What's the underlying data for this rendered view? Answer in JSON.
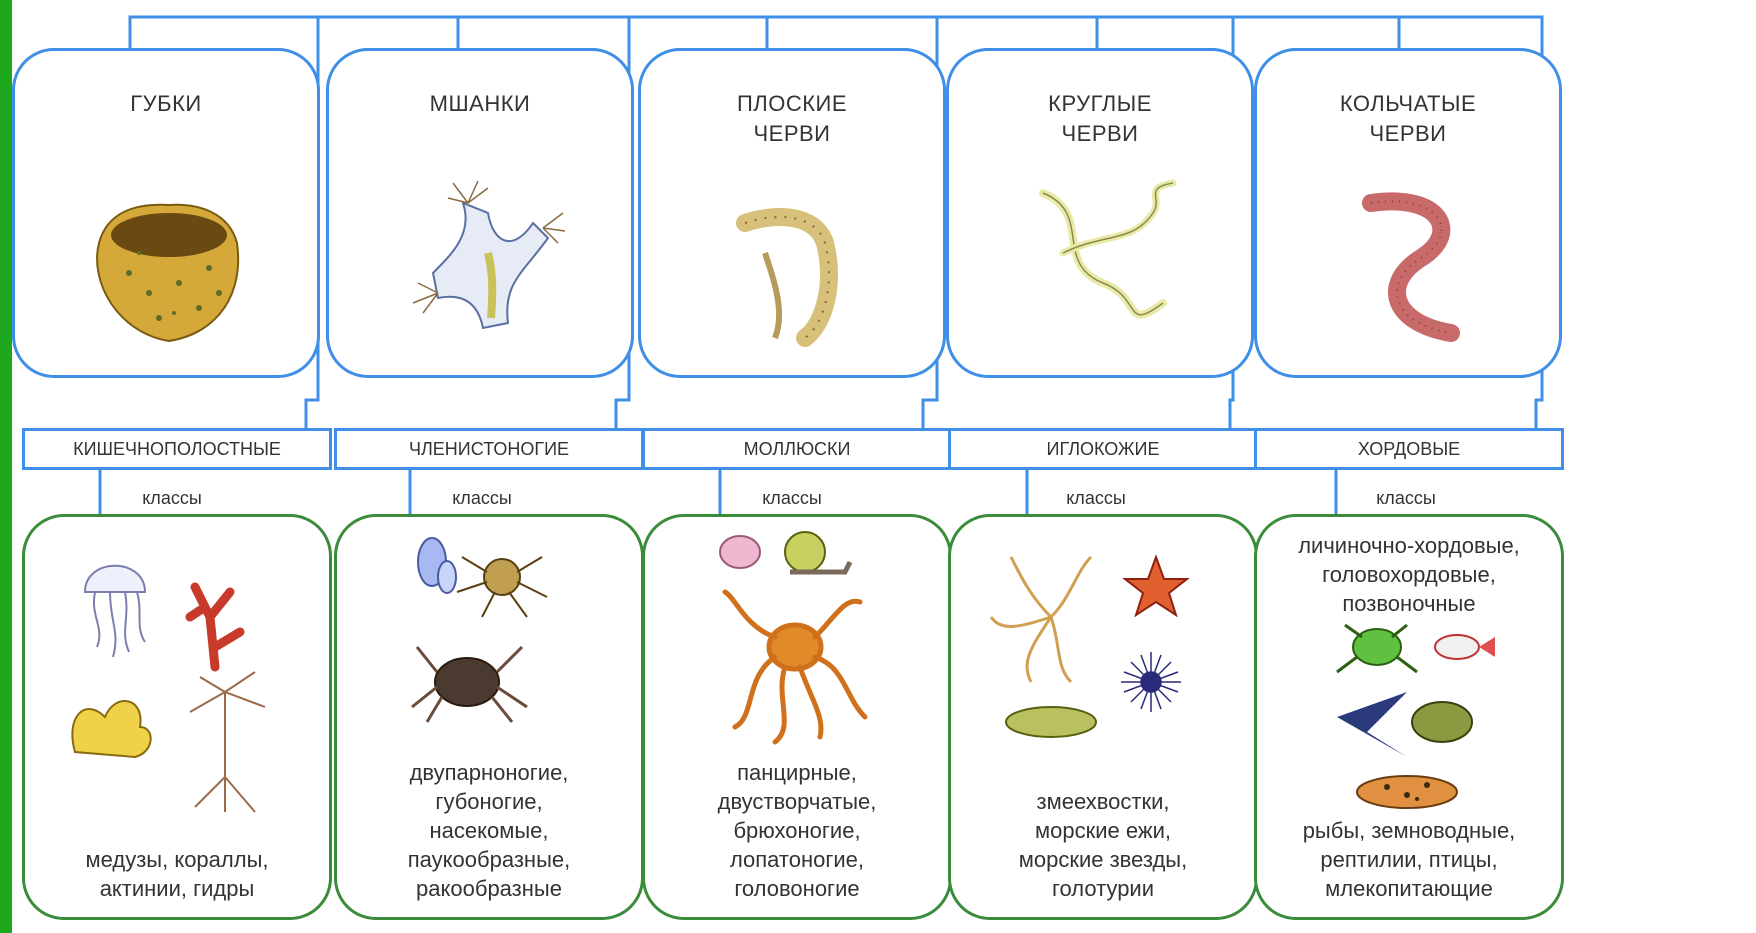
{
  "phyla": [
    {
      "name": "ГУБКИ",
      "icon": "sponge-icon"
    },
    {
      "name": "МШАНКИ",
      "icon": "bryozoan-icon"
    },
    {
      "name": "ПЛОСКИЕ\nЧЕРВИ",
      "icon": "flatworm-icon"
    },
    {
      "name": "КРУГЛЫЕ\nЧЕРВИ",
      "icon": "roundworm-icon"
    },
    {
      "name": "КОЛЬЧАТЫЕ\nЧЕРВИ",
      "icon": "earthworm-icon"
    }
  ],
  "groups": [
    {
      "name": "КИШЕЧНОПОЛОСТНЫЕ",
      "classes_label": "классы",
      "classes": "медузы, кораллы,\nактинии, гидры"
    },
    {
      "name": "ЧЛЕНИСТОНОГИЕ",
      "classes_label": "классы",
      "classes": "двупарноногие,\nгубоногие,\nнасекомые,\nпаукообразные,\nракообразные"
    },
    {
      "name": "МОЛЛЮСКИ",
      "classes_label": "классы",
      "classes": "панцирные,\nдвустворчатые,\nбрюхоногие,\nлопатоногие,\nголовоногие"
    },
    {
      "name": "ИГЛОКОЖИЕ",
      "classes_label": "классы",
      "classes": "змеехвостки,\nморские ежи,\nморские звезды,\nголотурии"
    },
    {
      "name": "ХОРДОВЫЕ",
      "classes_label": "классы",
      "classes_top": "личиночно-хордовые,\nголовохордовые,\nпозвоночные",
      "classes": "рыбы, земноводные,\nрептилии, птицы,\nмлекопитающие"
    }
  ],
  "colors": {
    "frame": "#1ea81e",
    "phylum_border": "#3f8ee8",
    "class_border": "#3a8c3a"
  }
}
